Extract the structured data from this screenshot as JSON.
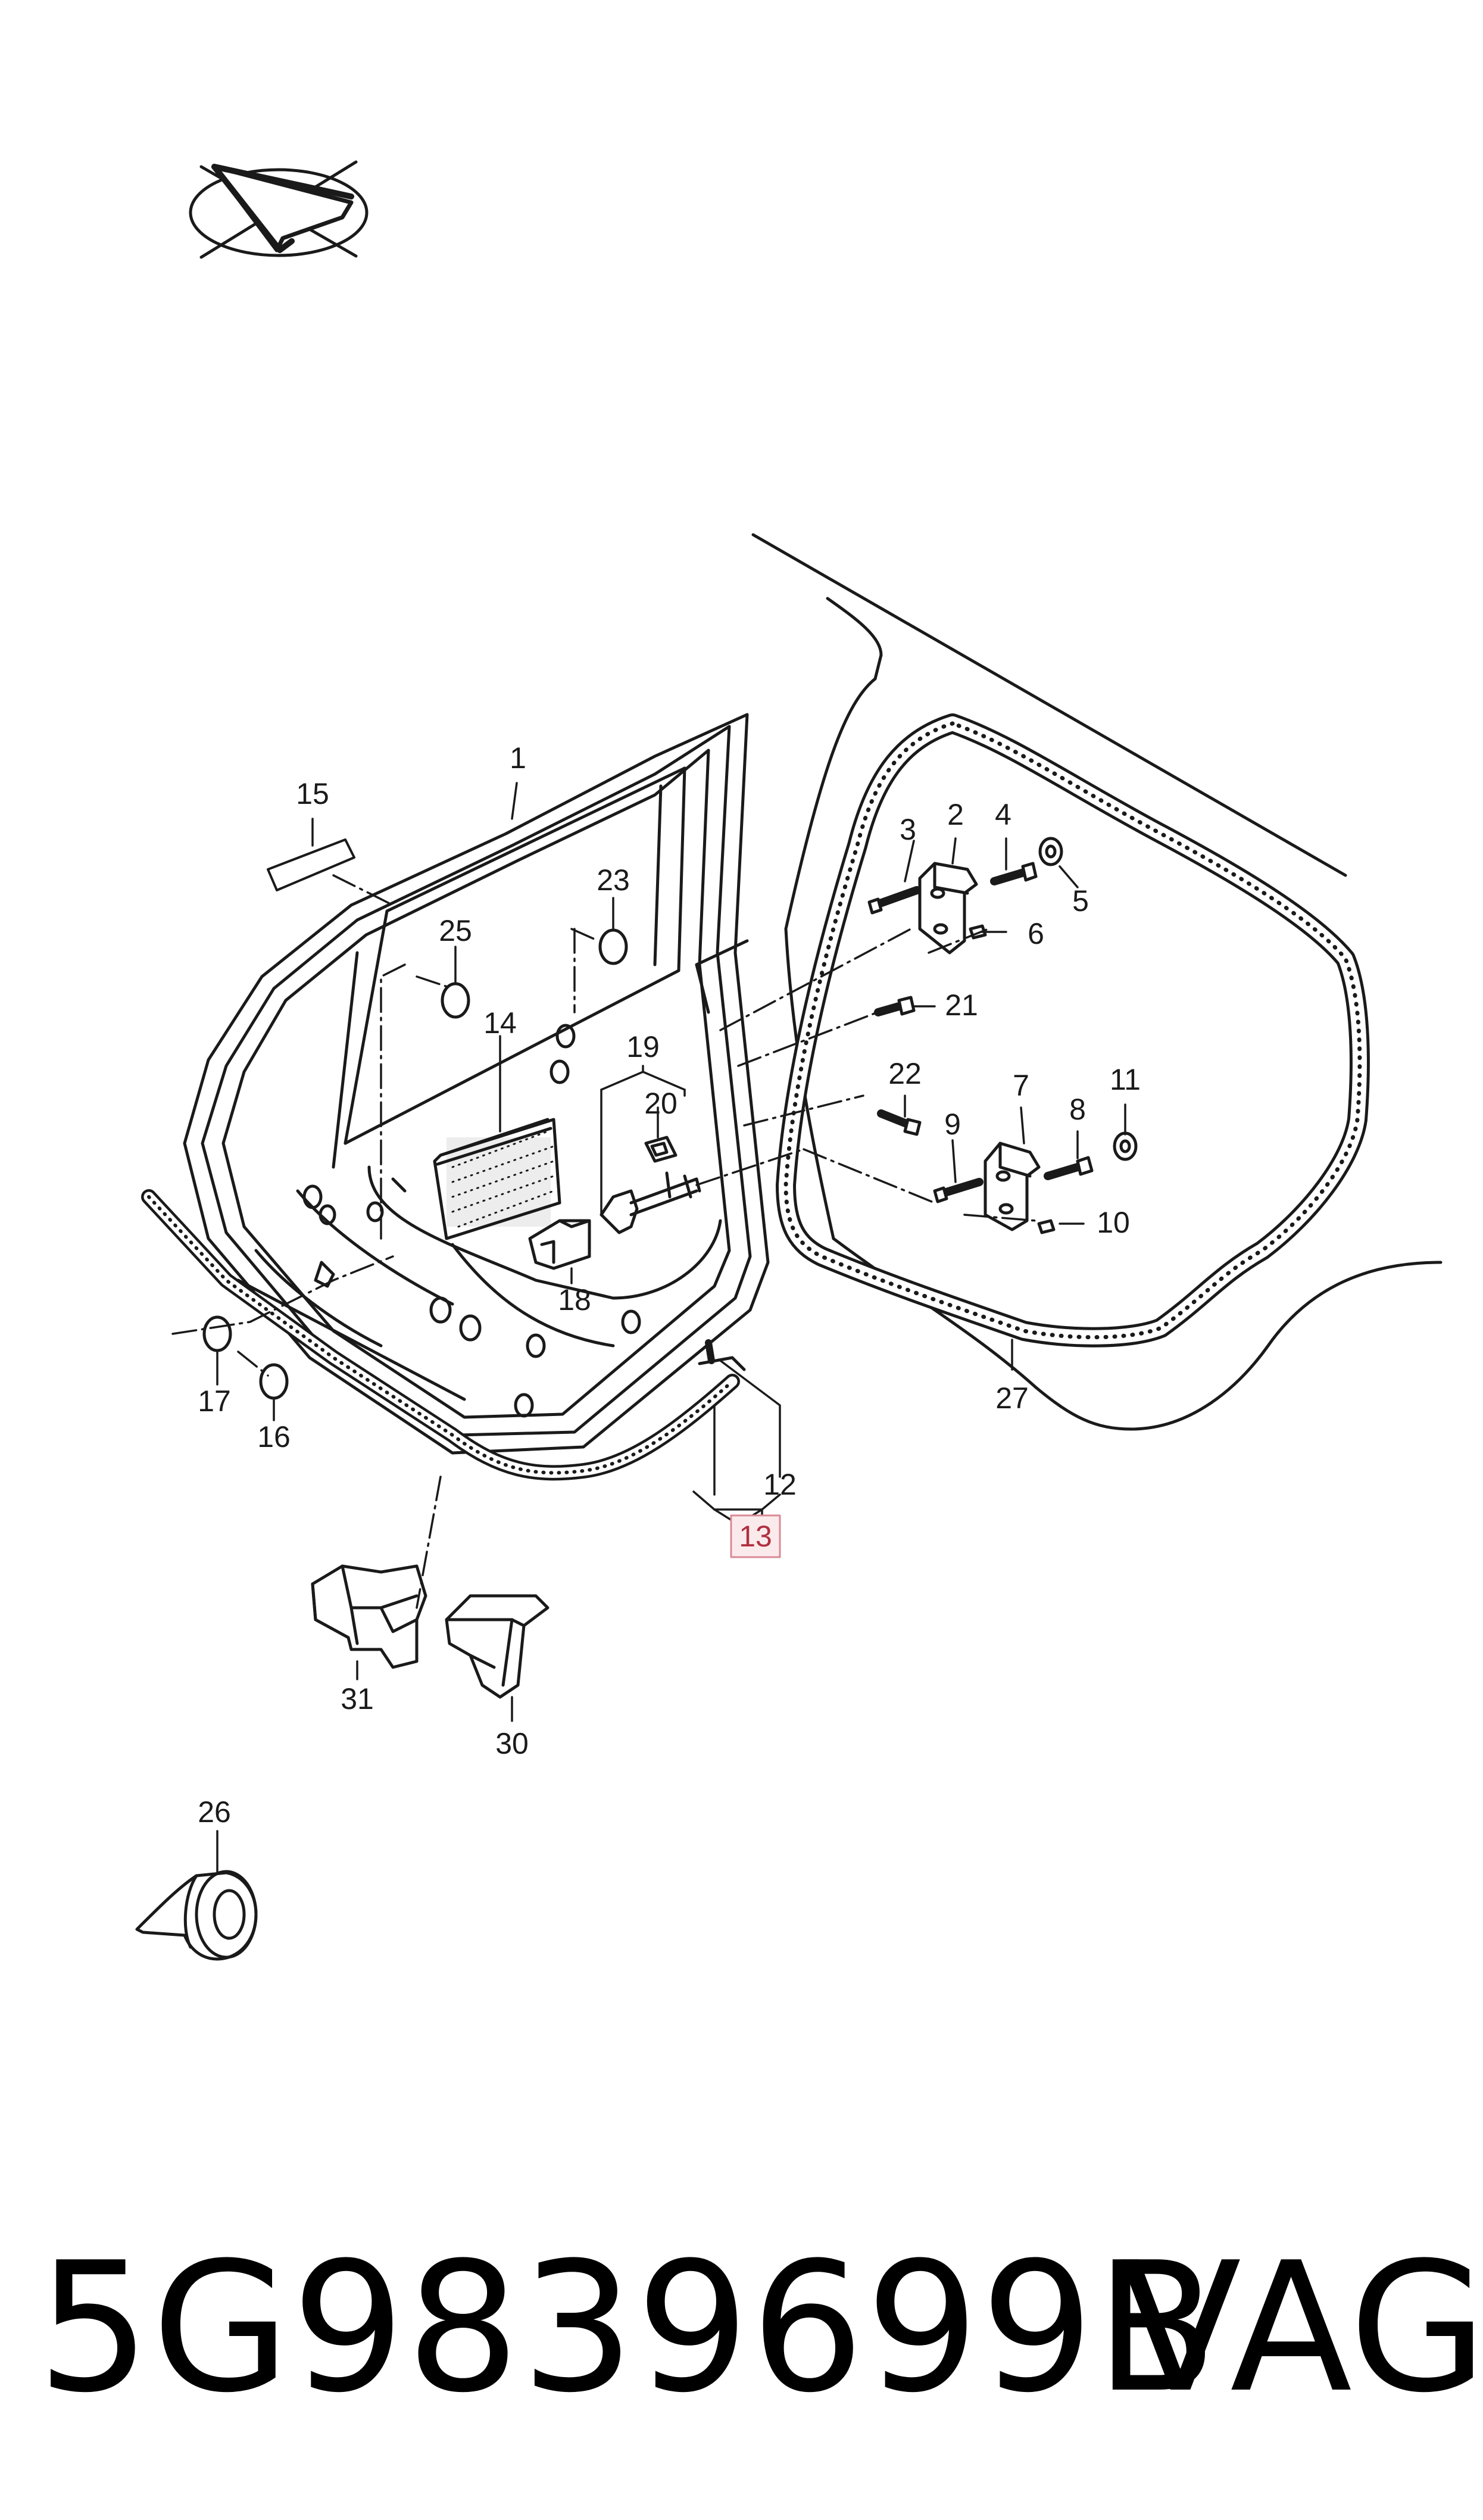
{
  "callouts": {
    "c1": "1",
    "c2": "2",
    "c3": "3",
    "c4": "4",
    "c5": "5",
    "c6": "6",
    "c7": "7",
    "c8": "8",
    "c9": "9",
    "c10": "10",
    "c11": "11",
    "c12": "12",
    "c13": "13",
    "c14": "14",
    "c15": "15",
    "c16": "16",
    "c17": "17",
    "c18": "18",
    "c19": "19",
    "c20": "20",
    "c21": "21",
    "c22": "22",
    "c23": "23",
    "c25": "25",
    "c26": "26",
    "c27": "27",
    "c30": "30",
    "c31": "31"
  },
  "highlighted_callout": "13",
  "footer": {
    "part_number": "5G9839699B",
    "brand": "VAG"
  },
  "colors": {
    "line": "#1a1a1a",
    "highlight_box": "#d98a95",
    "highlight_fill": "#fbeaec",
    "highlight_text": "#b03040"
  }
}
